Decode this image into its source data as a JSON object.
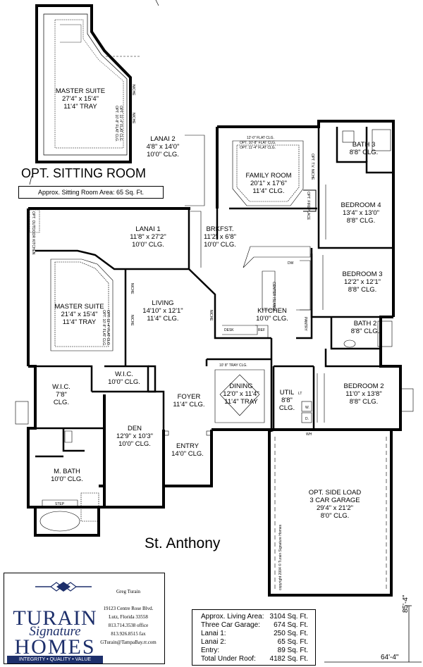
{
  "title": "St. Anthony",
  "optional_sitting": {
    "heading": "OPT. SITTING ROOM",
    "area_label": "Approx. Sitting Room Area:",
    "area_value": "65 Sq. Ft."
  },
  "rooms": {
    "opt_master": {
      "name": "MASTER SUITE",
      "dims": "27'4\" x 15'4\"",
      "ceiling": "11'4\" TRAY"
    },
    "lanai2": {
      "name": "LANAI 2",
      "dims": "4'8\" x 14'0\"",
      "ceiling": "10'0\" CLG."
    },
    "family": {
      "name": "FAMILY ROOM",
      "dims": "20'1\" x 17'6\"",
      "ceiling": "11'4\" CLG."
    },
    "bath3": {
      "name": "BATH 3",
      "ceiling": "8'8\" CLG."
    },
    "bedroom4": {
      "name": "BEDROOM 4",
      "dims": "13'4\" x 13'0\"",
      "ceiling": "8'8\" CLG."
    },
    "lanai1": {
      "name": "LANAI 1",
      "dims": "11'8\" x 27'2\"",
      "ceiling": "10'0\" CLG."
    },
    "brkfst": {
      "name": "BRKFST.",
      "dims": "11'2\" x 6'8\"",
      "ceiling": "10'0\" CLG."
    },
    "bedroom3": {
      "name": "BEDROOM 3",
      "dims": "12'2\" x 12'1\"",
      "ceiling": "8'8\" CLG."
    },
    "master": {
      "name": "MASTER SUITE",
      "dims": "21'4\" x 15'4\"",
      "ceiling": "11'4\" TRAY"
    },
    "living": {
      "name": "LIVING",
      "dims": "14'10\" x 12'1\"",
      "ceiling": "11'4\" CLG."
    },
    "kitchen": {
      "name": "KITCHEN",
      "ceiling": "10'0\" CLG."
    },
    "bath2": {
      "name": "BATH 2",
      "ceiling": "8'8\" CLG."
    },
    "wic1": {
      "name": "W.I.C.",
      "dims": "7'8\"",
      "ceiling": "CLG."
    },
    "wic2": {
      "name": "W.I.C.",
      "ceiling": "10'0\" CLG."
    },
    "foyer": {
      "name": "FOYER",
      "ceiling": "11'4\" CLG."
    },
    "dining": {
      "name": "DINING",
      "dims": "12'0\" x 11'4\"",
      "ceiling": "11'4\" TRAY"
    },
    "util": {
      "name": "UTIL",
      "dims": "8'8\"",
      "ceiling": "CLG."
    },
    "bedroom2": {
      "name": "BEDROOM 2",
      "dims": "11'0\" x 13'8\"",
      "ceiling": "8'8\" CLG."
    },
    "den": {
      "name": "DEN",
      "dims": "12'9\" x 10'3\"",
      "ceiling": "10'0\" CLG."
    },
    "entry": {
      "name": "ENTRY",
      "ceiling": "14'0\" CLG."
    },
    "mbath": {
      "name": "M. BATH",
      "ceiling": "10'0\" CLG."
    },
    "garage": {
      "name": "OPT. SIDE LOAD",
      "dims": "3 CAR GARAGE",
      "size": "29'4\" x 21'2\"",
      "ceiling": "8'0\" CLG."
    }
  },
  "labels": {
    "niche": "NICHE",
    "step": "STEP",
    "dw": "DW",
    "ref": "REF",
    "desk": "DESK",
    "pantry": "PANTRY",
    "center_island": "CENTER ISLAND",
    "opt_fireplace": "OPT. FIREPLACE",
    "opt_tv_niche": "OPT. T.V. NICHE",
    "opt_outdoor_kitchen": "OPT. OUTDOOR KITCHEN",
    "wh": "WH",
    "lt": "LT",
    "w": "W.",
    "d": "D.",
    "tray_clg": "10' 8\" TRAY CLG.",
    "flat_clg": "12'-0\" FLAT CLG.",
    "flat_clg2": "OPT. 10'-8\" FLAT CLG.",
    "flat_clg3": "OPT. 11'-4\" FLAT CLG."
  },
  "copyright": "copyright 2004 © Turain Signature Homes",
  "company": {
    "line1": "TURAIN",
    "line2": "Signature",
    "line3": "HOMES",
    "tagline": "INTEGRITY • QUALITY • VALUE",
    "contact_name": "Greg Turain",
    "address1": "19123 Centre Rose Blvd.",
    "address2": "Lutz, Florida 33558",
    "phone": "813.714.3538  office",
    "fax": "813.926.8515  fax",
    "email": "GTurain@TampaBay.rr.com"
  },
  "stats": [
    {
      "label": "Approx. Living Area:",
      "value": "3104 Sq. Ft."
    },
    {
      "label": "Three Car Garage:",
      "value": "674 Sq. Ft."
    },
    {
      "label": "Lanai 1:",
      "value": "250 Sq. Ft."
    },
    {
      "label": "Lanai 2:",
      "value": "65 Sq. Ft."
    },
    {
      "label": "Entry:",
      "value": "89 Sq. Ft."
    },
    {
      "label": "Total Under Roof:",
      "value": "4182 Sq. Ft."
    }
  ],
  "dimensions": {
    "width": "64'-4\"",
    "depth": "85'-4\""
  },
  "colors": {
    "line": "#000000",
    "logo_blue": "#1d2f6b",
    "fill": "#ffffff"
  }
}
